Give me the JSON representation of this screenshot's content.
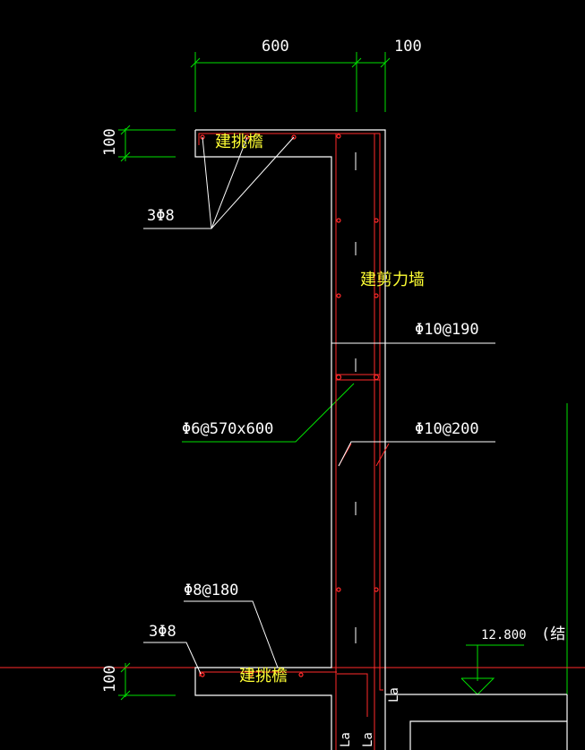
{
  "dimensions": {
    "top_width": "600",
    "top_right": "100",
    "top_left_height": "100",
    "bottom_left_height": "100"
  },
  "labels": {
    "top_canopy": "建挑檐",
    "bottom_canopy": "建挑檐",
    "shear_wall": "建剪力墙",
    "top_bars": "3Φ8",
    "bottom_bars": "3Φ8",
    "horizontal_bars": "Φ10@190",
    "tie_bars": "Φ6@570x600",
    "vertical_bars": "Φ10@200",
    "canopy_stirrups": "Φ8@180",
    "elevation": "12.800",
    "structure_note": "(结",
    "anchor_1": "La",
    "anchor_2": "La",
    "anchor_3": "La"
  },
  "colors": {
    "background": "#000000",
    "outline": "#ffffff",
    "rebar": "#ff2a2a",
    "dimension": "#00ff00",
    "label": "#ffff33"
  }
}
